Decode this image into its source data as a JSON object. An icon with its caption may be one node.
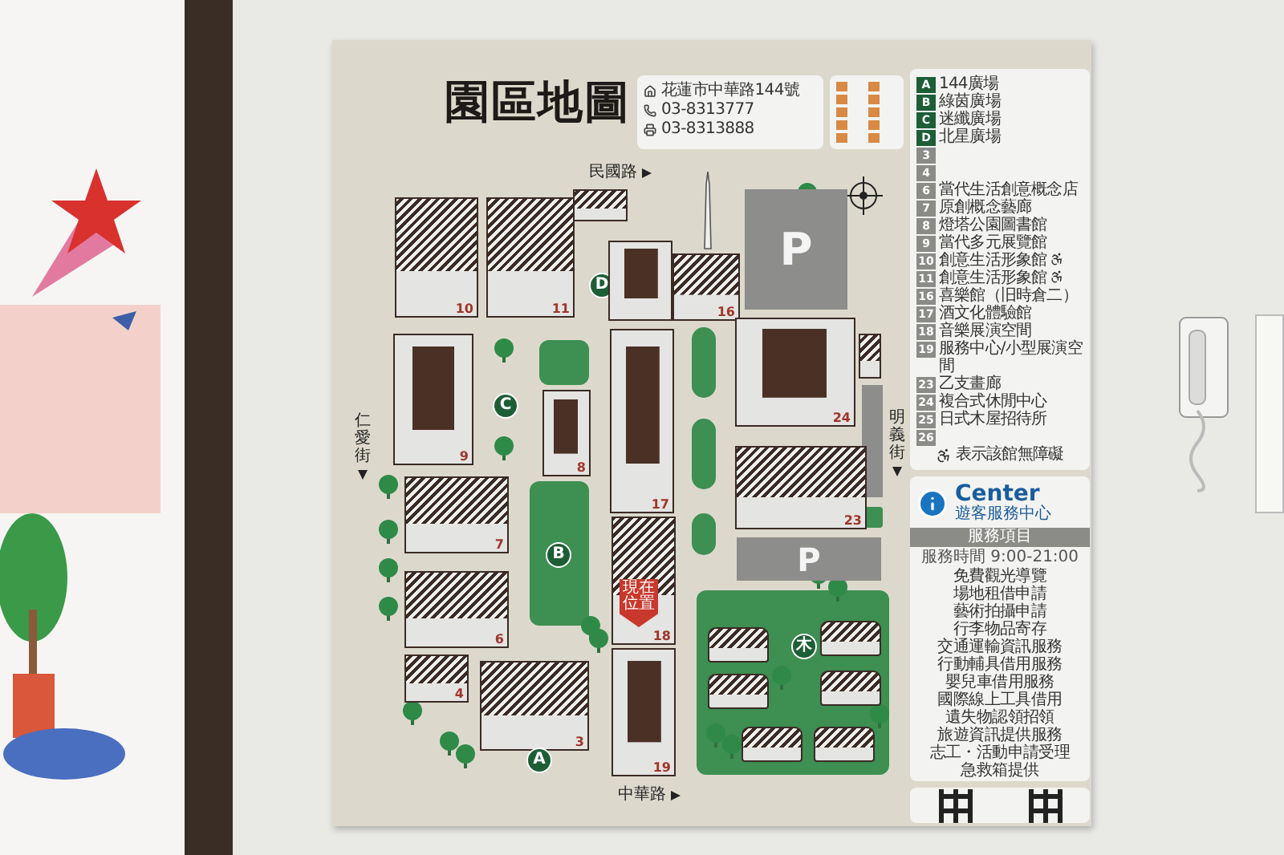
{
  "diagram": {
    "title": "園區地圖",
    "nodes": [
      {
        "text": [
          "花蓮市中華路144號",
          "03-8313777",
          "03-8313888"
        ]
      },
      {
        "text": [
          "表示該館無障礙"
        ]
      },
      {
        "text": [
          "A",
          "144廣場"
        ],
        "in": 1
      },
      {
        "text": [
          "B",
          "綠茵廣場"
        ],
        "in": 1
      },
      {
        "text": [
          "C",
          "迷纖廣場"
        ],
        "in": 1
      },
      {
        "text": [
          "D",
          "北星廣場"
        ],
        "in": 1
      },
      {
        "text": [
          "3"
        ],
        "in": 1
      },
      {
        "text": [
          "4"
        ],
        "in": 1
      },
      {
        "text": [
          "6",
          "當代生活創意概念店"
        ],
        "in": 1
      },
      {
        "text": [
          "7",
          "原創概念藝廊"
        ],
        "in": 1
      },
      {
        "text": [
          "8",
          "燈塔公園圖書館"
        ],
        "in": 1
      },
      {
        "text": [
          "9",
          "當代多元展覽館"
        ],
        "in": 1
      },
      {
        "text": [
          "10",
          "創意生活形象館"
        ],
        "in": 1
      },
      {
        "text": [
          "11",
          "創意生活形象館"
        ],
        "in": 1
      },
      {
        "text": [
          "16",
          "喜樂館（旧時倉二）"
        ],
        "in": 1
      },
      {
        "text": [
          "17",
          "酒文化體驗館"
        ],
        "in": 1
      },
      {
        "text": [
          "18",
          "音樂展演空間"
        ],
        "in": 1
      },
      {
        "text": [
          "19",
          "服務中心/小型展演空間"
        ],
        "in": 1
      },
      {
        "text": [
          "23",
          "乙支畫廊"
        ],
        "in": 1
      },
      {
        "text": [
          "24",
          "複合式休閒中心"
        ],
        "in": 1
      },
      {
        "text": [
          "25",
          "日式木屋招待所"
        ],
        "in": 1
      },
      {
        "text": [
          "26"
        ],
        "in": 1
      },
      {
        "text": [
          "Center",
          "遊客服務中心",
          "服務項目",
          "服務時間 9:00-21:00",
          "免費觀光導覽",
          "場地租借申請",
          "藝術拍攝申請",
          "行李物品寄存",
          "交通運輸資訊服務",
          "行動輔具借用服務",
          "嬰兒車借用服務",
          "國際線上工具借用",
          "遺失物認領招領",
          "旅遊資訊提供服務",
          "志工・活動申請受理",
          "急救箱提供"
        ]
      },
      {
        "text": [
          "10"
        ]
      },
      {
        "text": [
          "11"
        ]
      },
      {
        "text": [],
        "shape": "box"
      },
      {
        "text": [
          "D"
        ]
      },
      {
        "text": [],
        "shape": "box"
      },
      {
        "text": [
          "16"
        ]
      },
      {
        "text": [
          "P"
        ]
      },
      {
        "text": [
          "9"
        ]
      },
      {
        "text": [
          "C"
        ]
      },
      {
        "text": [
          "8"
        ]
      },
      {
        "text": [
          "17"
        ]
      },
      {
        "text": [
          "24"
        ]
      },
      {
        "text": [],
        "shape": "box"
      },
      {
        "text": [
          "7"
        ]
      },
      {
        "text": [
          "B"
        ]
      },
      {
        "text": [
          "6"
        ]
      },
      {
        "text": [
          "23"
        ]
      },
      {
        "text": [
          "P"
        ]
      },
      {
        "text": [
          "4"
        ]
      },
      {
        "text": [
          "3"
        ]
      },
      {
        "text": [
          "A"
        ]
      },
      {
        "text": [
          "18"
        ]
      },
      {
        "text": [
          "現在位置"
        ],
        "in": 44
      },
      {
        "text": [
          "19"
        ]
      },
      {
        "text": [
          "木"
        ]
      },
      {
        "text": [],
        "shape": "box"
      },
      {
        "text": [],
        "shape": "box"
      },
      {
        "text": [],
        "shape": "box"
      },
      {
        "text": [],
        "shape": "box"
      },
      {
        "text": [],
        "shape": "box"
      },
      {
        "text": [],
        "shape": "box"
      }
    ],
    "labels": [
      "民國路",
      "仁愛街",
      "明義街",
      "中華路"
    ]
  }
}
